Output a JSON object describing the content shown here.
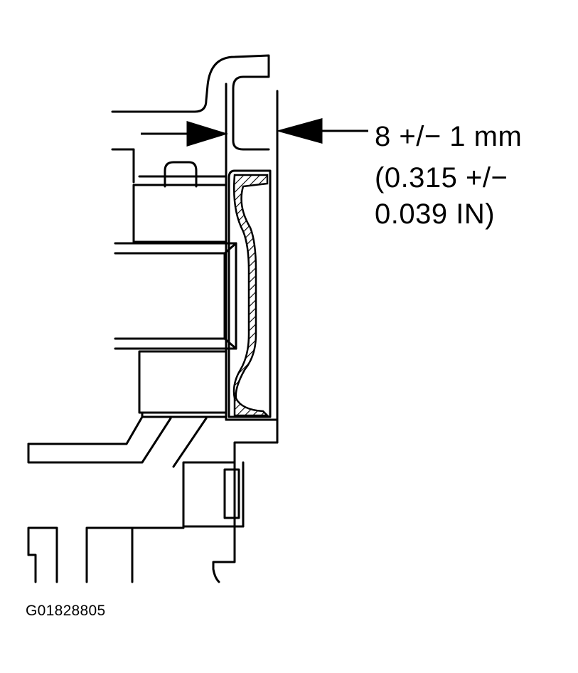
{
  "callout": {
    "line1": "8 +/− 1 mm",
    "line2": "(0.315 +/−",
    "line3": "0.039 IN)"
  },
  "figure_code": "G01828805",
  "colors": {
    "ink": "#000000",
    "paper": "#ffffff"
  }
}
